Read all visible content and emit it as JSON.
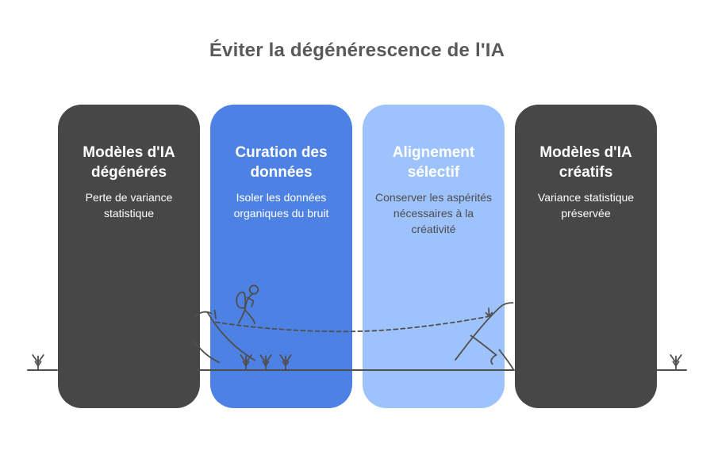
{
  "title": "Éviter la dégénérescence de l'IA",
  "colors": {
    "background": "#ffffff",
    "title_text": "#595959",
    "dark_card_bg": "#474747",
    "blue_card_bg": "#4d82e4",
    "light_blue_card_bg": "#9ec3fc",
    "sketch_stroke": "#4f4f4f"
  },
  "cards": [
    {
      "id": "degenerate-models",
      "title": "Modèles d'IA dégénérés",
      "subtitle": "Perte de variance statistique",
      "bg": "#474747",
      "title_color": "#ffffff",
      "subtitle_color": "#ffffff"
    },
    {
      "id": "data-curation",
      "title": "Curation des données",
      "subtitle": "Isoler les données organiques du bruit",
      "bg": "#4d82e4",
      "title_color": "#ffffff",
      "subtitle_color": "#ffffff"
    },
    {
      "id": "selective-alignment",
      "title": "Alignement sélectif",
      "subtitle": "Conserver les aspérités nécessaires à la créativité",
      "bg": "#9ec3fc",
      "title_color": "#ffffff",
      "subtitle_color": "#4c4c4c"
    },
    {
      "id": "creative-models",
      "title": "Modèles d'IA créatifs",
      "subtitle": "Variance statistique préservée",
      "bg": "#474747",
      "title_color": "#ffffff",
      "subtitle_color": "#ffffff"
    }
  ],
  "illustration": {
    "elements": [
      "hiker-stick-figure",
      "dashed-tightrope",
      "left-hill-slopes",
      "mountain-peak",
      "grass-tufts",
      "ground-line"
    ]
  }
}
